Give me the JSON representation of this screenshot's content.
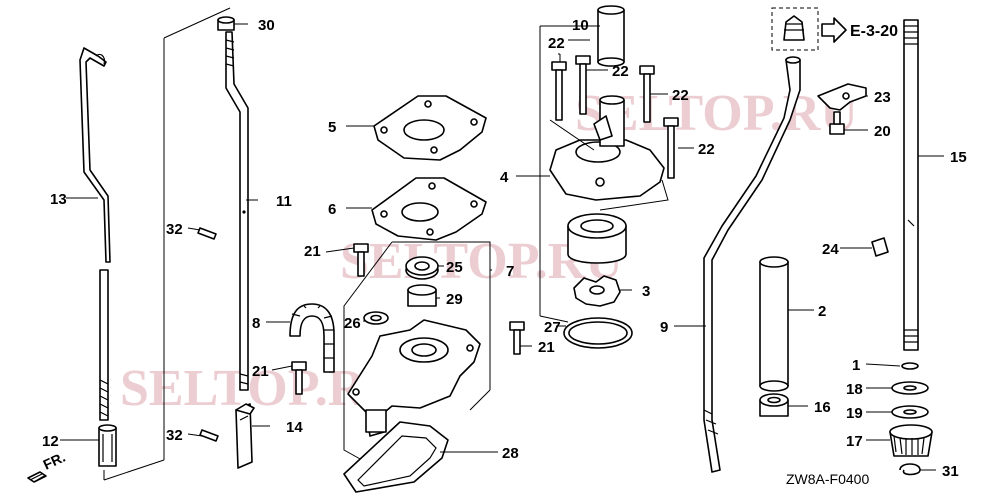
{
  "watermark": "SELTOP.RU",
  "drawing_code": "ZW8A-F0400",
  "cross_reference": "E-3-20",
  "front_marker": "FR.",
  "callouts": {
    "p1": "1",
    "p2": "2",
    "p3": "3",
    "p4": "4",
    "p5": "5",
    "p6": "6",
    "p7": "7",
    "p8": "8",
    "p9": "9",
    "p10": "10",
    "p11": "11",
    "p12": "12",
    "p13": "13",
    "p14": "14",
    "p15": "15",
    "p16": "16",
    "p17": "17",
    "p18": "18",
    "p19": "19",
    "p20": "20",
    "p21": "21",
    "p22": "22",
    "p23": "23",
    "p24": "24",
    "p25": "25",
    "p26": "26",
    "p27": "27",
    "p28": "28",
    "p29": "29",
    "p30": "30",
    "p31": "31",
    "p32": "32"
  },
  "colors": {
    "line": "#000000",
    "background": "#ffffff",
    "watermark": "#e3b9bf"
  }
}
